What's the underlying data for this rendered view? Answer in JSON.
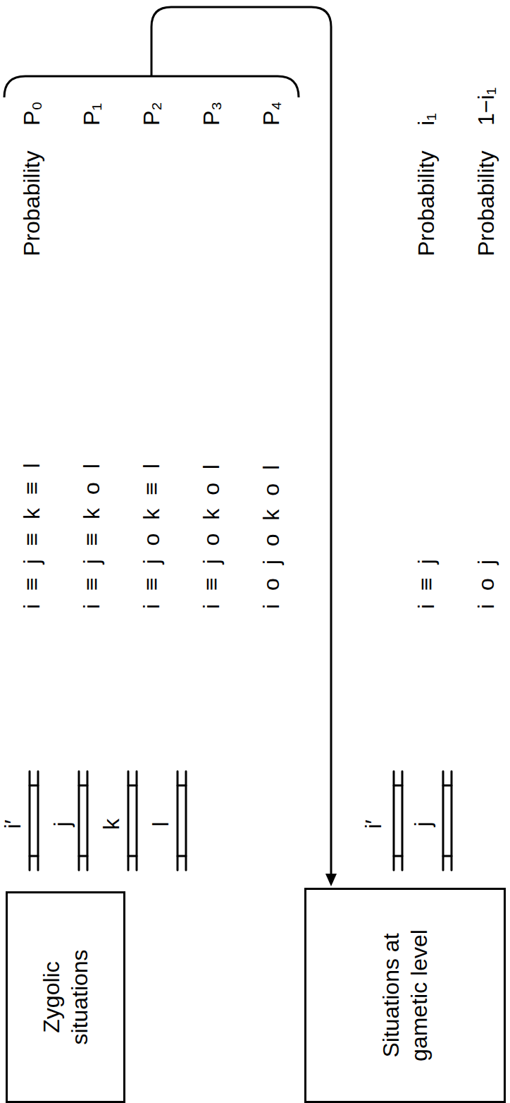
{
  "diagram": {
    "nodes": [
      {
        "text": [
          "Zygolic situations"
        ]
      },
      {
        "text": [
          "Situations at gametic level"
        ]
      }
    ],
    "labels": [
      "i′",
      "j",
      "k",
      "l",
      "i ≡ j ≡ k ≡ l",
      "i ≡ j ≡ k o l",
      "i ≡ j o k ≡ l",
      "i ≡ j o k o l",
      "i o j o k o l",
      "Probability",
      "P₀",
      "P₁",
      "P₂",
      "P₃",
      "P₄",
      "i′",
      "j",
      "i ≡ j",
      "i o j",
      "Probability",
      "i₁",
      "Probability",
      "1−i₁"
    ]
  }
}
